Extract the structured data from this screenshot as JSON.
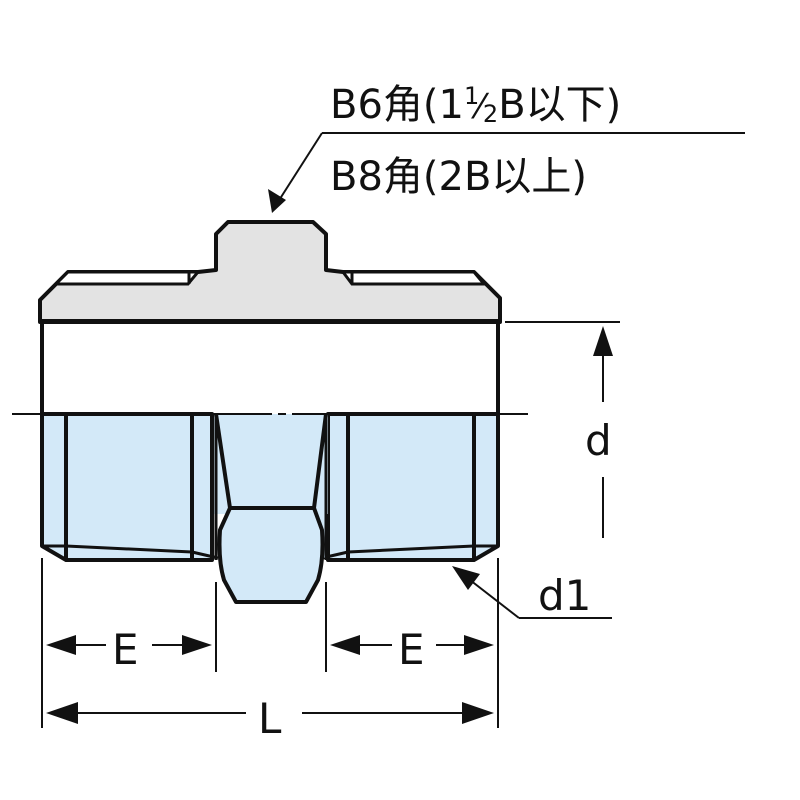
{
  "diagram": {
    "type": "technical-drawing",
    "subject": "hex nipple pipe fitting cross-section",
    "colors": {
      "outline": "#111111",
      "hex_fill": "#e3e3e3",
      "thread_fill": "#d3e9f8",
      "background": "#ffffff"
    },
    "callout": {
      "line1": "B6角(1½B以下)",
      "line1_parts": {
        "prefix": "B6角(1",
        "frac_num": "1",
        "frac_den": "2",
        "suffix": "B以下)"
      },
      "line2": "B8角(2B以上)"
    },
    "dimensions": {
      "d": "d",
      "d1": "d1",
      "E_left": "E",
      "E_right": "E",
      "L": "L"
    }
  }
}
